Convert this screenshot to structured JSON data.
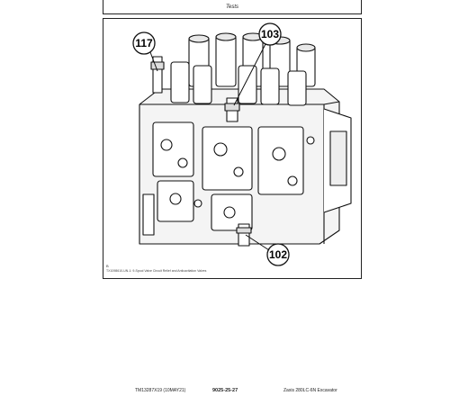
{
  "header": {
    "section_title": "Tests"
  },
  "figure": {
    "callouts": [
      {
        "id": "callout-117",
        "label": "117"
      },
      {
        "id": "callout-103",
        "label": "103"
      },
      {
        "id": "callout-102",
        "label": "102"
      }
    ],
    "ref_letter": "B",
    "caption": "TX1098610-UN-1: 9-Spool Valve Circuit Relief and Anticavitation Valves"
  },
  "footer": {
    "doc_code": "TM13287X19 (10MAY21)",
    "page_number": "9025-25-27",
    "machine": "Zaxis 280LC-6N Excavator"
  }
}
